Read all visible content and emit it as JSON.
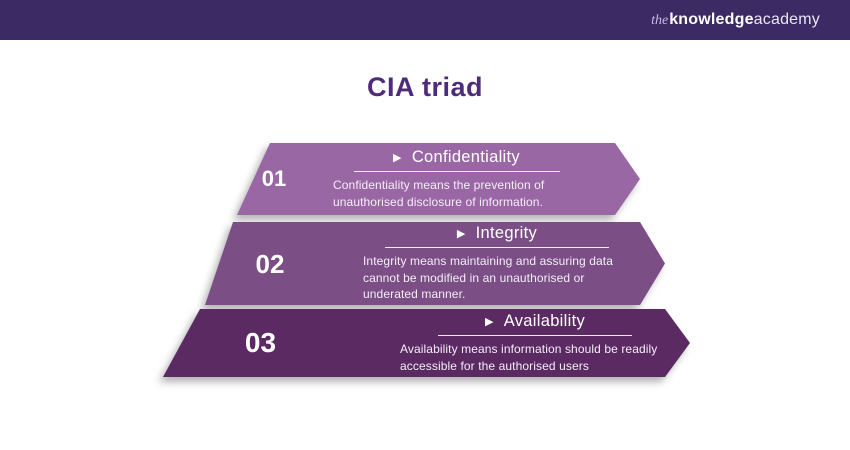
{
  "header": {
    "logo_the": "the",
    "logo_knowledge": "knowledge",
    "logo_academy": "academy",
    "bg_color": "#3b2a63"
  },
  "title": "CIA triad",
  "title_color": "#4f2b7d",
  "icons": {
    "bullet": "▶"
  },
  "layers": [
    {
      "number": "01",
      "heading": "Confidentiality",
      "description": "Confidentiality means the prevention of unauthorised disclosure of information.",
      "color": "#9a67a5"
    },
    {
      "number": "02",
      "heading": "Integrity",
      "description": "Integrity means maintaining and assuring data cannot be modified in an unauthorised or underated manner.",
      "color": "#7b4e85"
    },
    {
      "number": "03",
      "heading": "Availability",
      "description": "Availability means information should be readily accessible for the authorised users",
      "color": "#5b2a63"
    }
  ]
}
